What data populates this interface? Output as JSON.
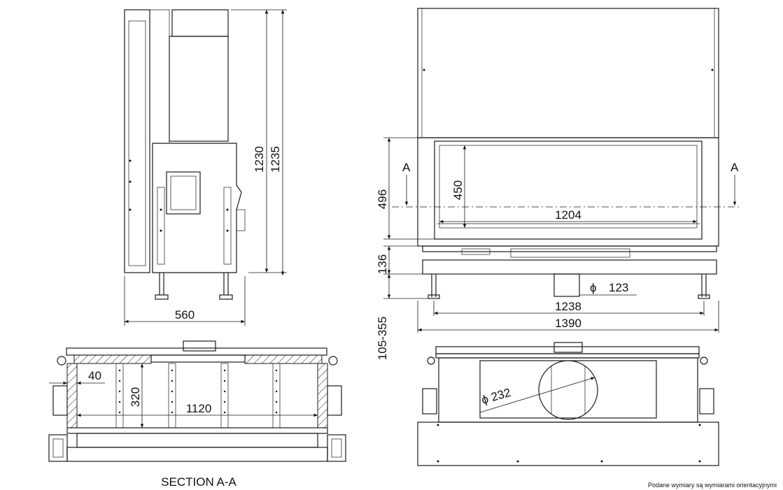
{
  "side_view": {
    "dim_height_1": "1230",
    "dim_height_2": "1235",
    "dim_width": "560"
  },
  "front_view": {
    "dim_496": "496",
    "dim_450": "450",
    "dim_1204": "1204",
    "dim_136": "136",
    "dim_feet": "105-355",
    "dim_duct": "123",
    "dim_1238": "1238",
    "dim_1390": "1390",
    "section_mark_left": "A",
    "section_mark_right": "A",
    "phi_symbol": "ϕ"
  },
  "section_view": {
    "dim_40": "40",
    "dim_320": "320",
    "dim_1120": "1120",
    "caption": "SECTION A-A"
  },
  "top_view": {
    "dim_232": "ϕ 232"
  },
  "footnote": "Podane wymiary są wymiarami orientacyjnymi"
}
